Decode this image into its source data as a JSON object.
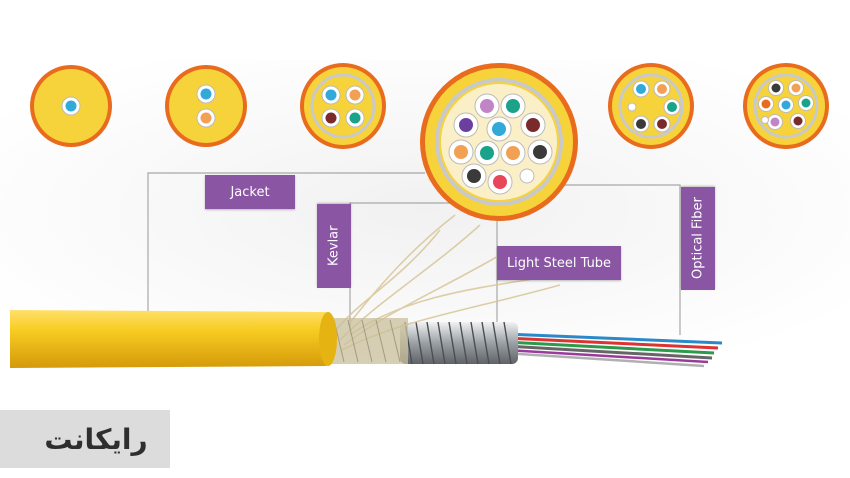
{
  "labels": {
    "jacket": "Jacket",
    "kevlar": "Kevlar",
    "light_steel_tube": "Light Steel Tube",
    "optical_fiber": "Optical Fiber"
  },
  "logo": {
    "text": "رایکانت",
    "icon": "raykonet-logo-icon"
  },
  "cross_sections": [
    {
      "fiber_count": 1,
      "fiber_colors": [
        "#31a9d9"
      ]
    },
    {
      "fiber_count": 2,
      "fiber_colors": [
        "#31a9d9",
        "#f2a154"
      ]
    },
    {
      "fiber_count": 4,
      "fiber_colors": [
        "#31a9d9",
        "#f2a154",
        "#7a2a2a",
        "#1aa38a"
      ]
    },
    {
      "fiber_count": 12,
      "fiber_colors": [
        "#c184c6",
        "#1aa38a",
        "#6a3fa0",
        "#31a9d9",
        "#7a2a2a",
        "#f2a154",
        "#1aa38a",
        "#f2a154",
        "#3a3a3a",
        "#3a3a3a",
        "#e8465a",
        "#ffffff"
      ]
    },
    {
      "fiber_count": 6,
      "fiber_colors": [
        "#31a9d9",
        "#f2a154",
        "#1aa38a",
        "#7a2a2a",
        "#3a3a3a",
        "#ffffff"
      ]
    },
    {
      "fiber_count": 8,
      "fiber_colors": [
        "#3a3a3a",
        "#f2a154",
        "#e8465a",
        "#31a9d9",
        "#1aa38a",
        "#7a2a2a",
        "#c184c6",
        "#ffffff"
      ]
    }
  ],
  "colors": {
    "jacket_yellow": "#f3c51d",
    "jacket_ring": "#e86b1e",
    "label_purple": "#8a55a3",
    "steel": "#b9bcbf",
    "leader_line": "#a8a8a8"
  }
}
